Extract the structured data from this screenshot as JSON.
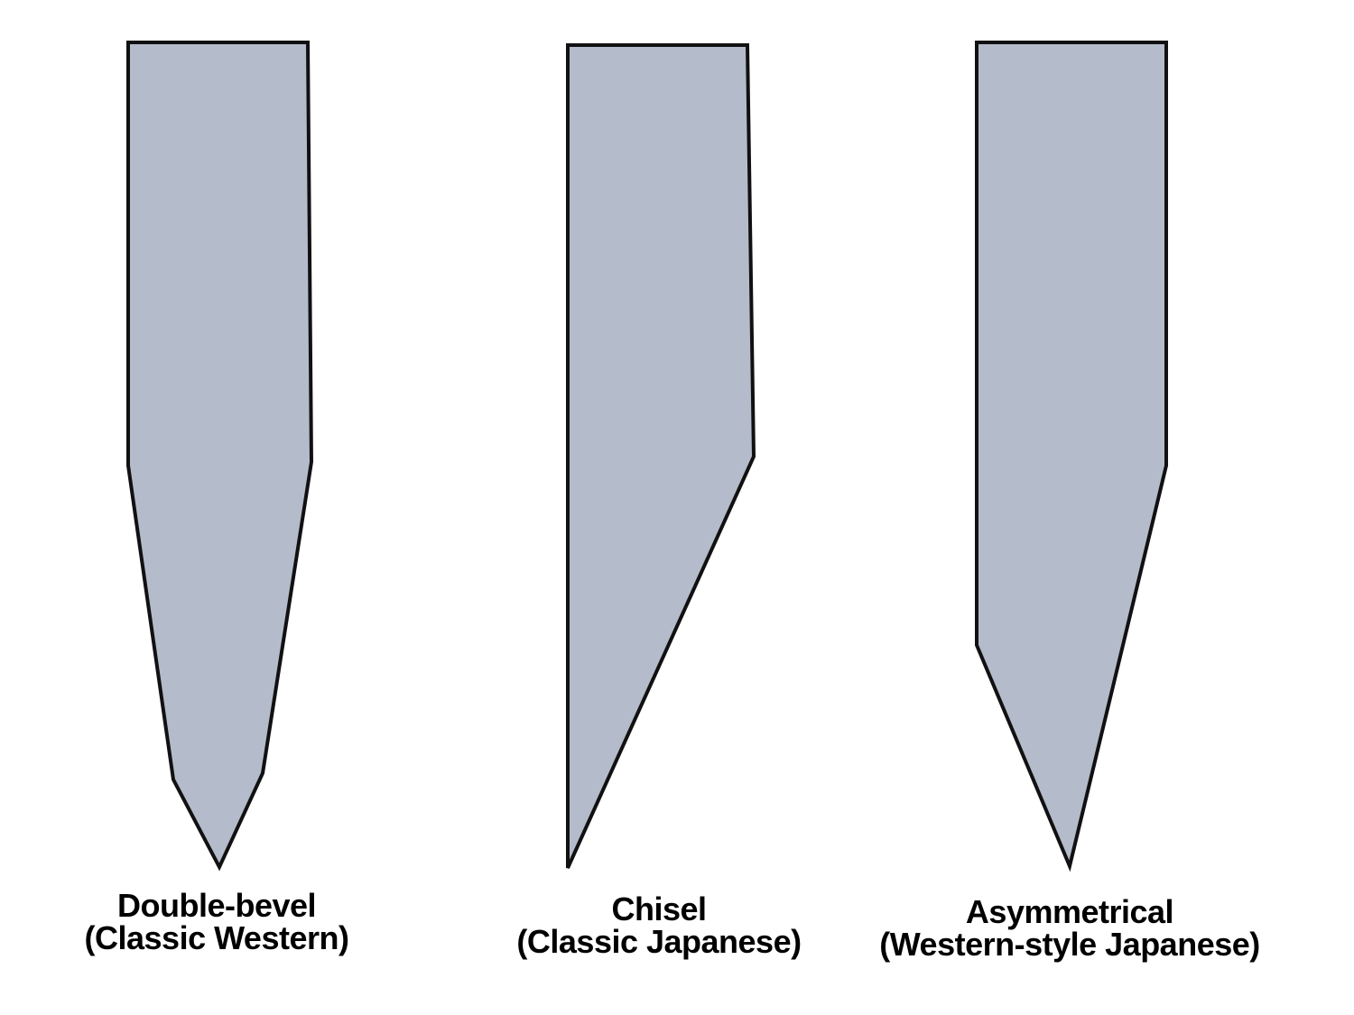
{
  "colors": {
    "blade_fill": "#b4bbca",
    "outline": "#111111",
    "text": "#000000",
    "background": "#ffffff"
  },
  "blades": [
    {
      "id": "double-bevel",
      "title": "Double-bevel",
      "subtitle": "(Classic Western)"
    },
    {
      "id": "chisel",
      "title": "Chisel",
      "subtitle": "(Classic Japanese)"
    },
    {
      "id": "asymmetrical",
      "title": "Asymmetrical",
      "subtitle": "(Western-style Japanese)"
    }
  ]
}
